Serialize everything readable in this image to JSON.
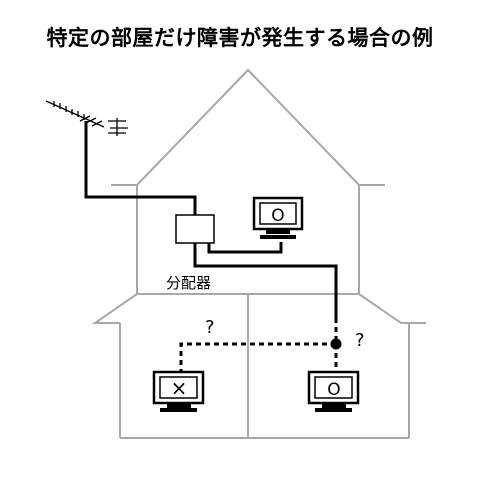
{
  "title": "特定の部屋だけ障害が発生する場合の例",
  "labels": {
    "splitter": "分配器",
    "question_left": "?",
    "question_right": "?",
    "tv_ok_symbol": "O",
    "tv_fail_symbol": "×"
  },
  "colors": {
    "house_outline": "#a8a8a8",
    "wire": "#000000",
    "text": "#000000"
  },
  "icons": {
    "antenna": "antenna-icon",
    "tv": "tv-icon",
    "splitter": "splitter-box",
    "junction": "junction-dot"
  }
}
